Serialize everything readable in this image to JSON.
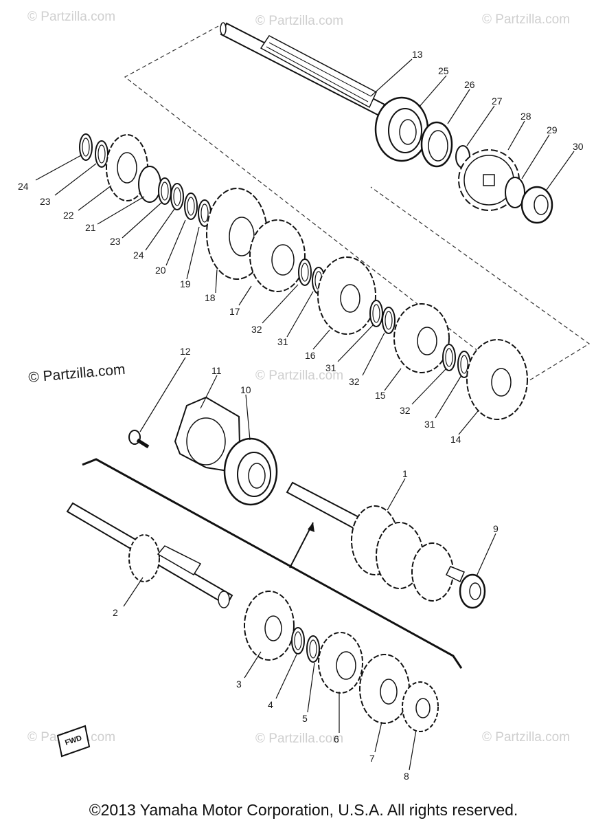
{
  "watermarks": {
    "top_left": "© Partzilla.com",
    "top_center": "© Partzilla.com",
    "top_right": "© Partzilla.com",
    "mid_center": "© Partzilla.com",
    "mid_left_dark": "© Partzilla.com",
    "bottom_left": "© Partzilla.com",
    "bottom_center": "© Partzilla.com",
    "bottom_right": "© Partzilla.com"
  },
  "fwd_mark": "FWD",
  "copyright": "©2013  Yamaha Motor Corporation, U.S.A. All rights reserved.",
  "callouts": {
    "c13": "13",
    "c25": "25",
    "c26": "26",
    "c27": "27",
    "c28": "28",
    "c29": "29",
    "c30": "30",
    "c24a": "24",
    "c23a": "23",
    "c22": "22",
    "c21": "21",
    "c23b": "23",
    "c24b": "24",
    "c20": "20",
    "c19": "19",
    "c18": "18",
    "c17": "17",
    "c32a": "32",
    "c31a": "31",
    "c16": "16",
    "c31b": "31",
    "c32b": "32",
    "c15": "15",
    "c32c": "32",
    "c31c": "31",
    "c14": "14",
    "c12": "12",
    "c11": "11",
    "c10": "10",
    "c1": "1",
    "c9": "9",
    "c2": "2",
    "c3": "3",
    "c4": "4",
    "c5": "5",
    "c6": "6",
    "c7": "7",
    "c8": "8"
  }
}
